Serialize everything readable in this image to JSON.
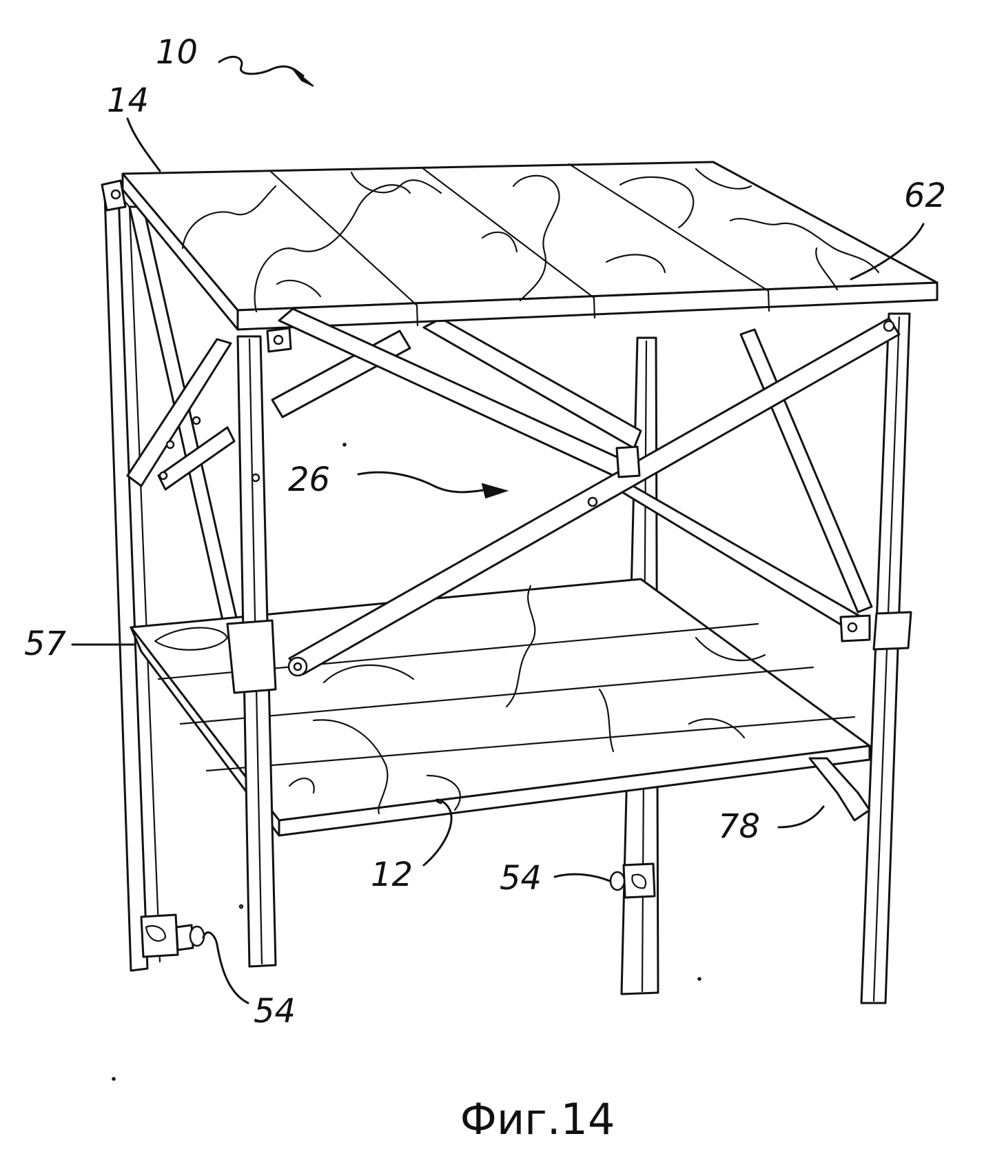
{
  "figure": {
    "caption": "Фиг.14"
  },
  "reference_numerals": {
    "n10": "10",
    "n14": "14",
    "n62": "62",
    "n26": "26",
    "n57": "57",
    "n78": "78",
    "n12": "12",
    "n54_right": "54",
    "n54_left": "54"
  }
}
